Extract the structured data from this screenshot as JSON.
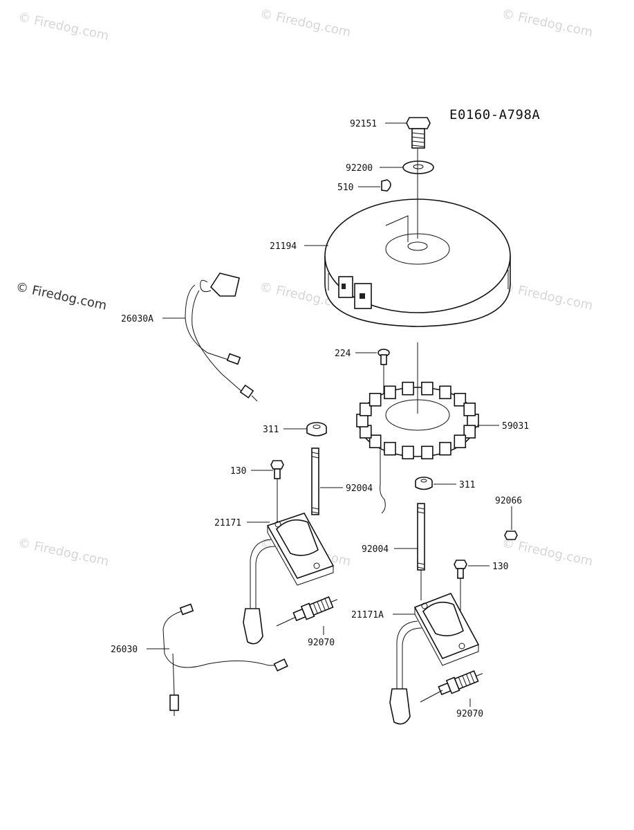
{
  "diagram": {
    "code": "E0160-A798A",
    "watermark": "© Firedog.com",
    "labels": {
      "p92151": "92151",
      "p92200": "92200",
      "p510": "510",
      "p21194": "21194",
      "p26030A": "26030A",
      "p224": "224",
      "p59031": "59031",
      "p311a": "311",
      "p130a": "130",
      "p92004a": "92004",
      "p311b": "311",
      "p92066": "92066",
      "p21171": "21171",
      "p92004b": "92004",
      "p130b": "130",
      "p21171A": "21171A",
      "p92070a": "92070",
      "p26030": "26030",
      "p92070b": "92070"
    }
  }
}
